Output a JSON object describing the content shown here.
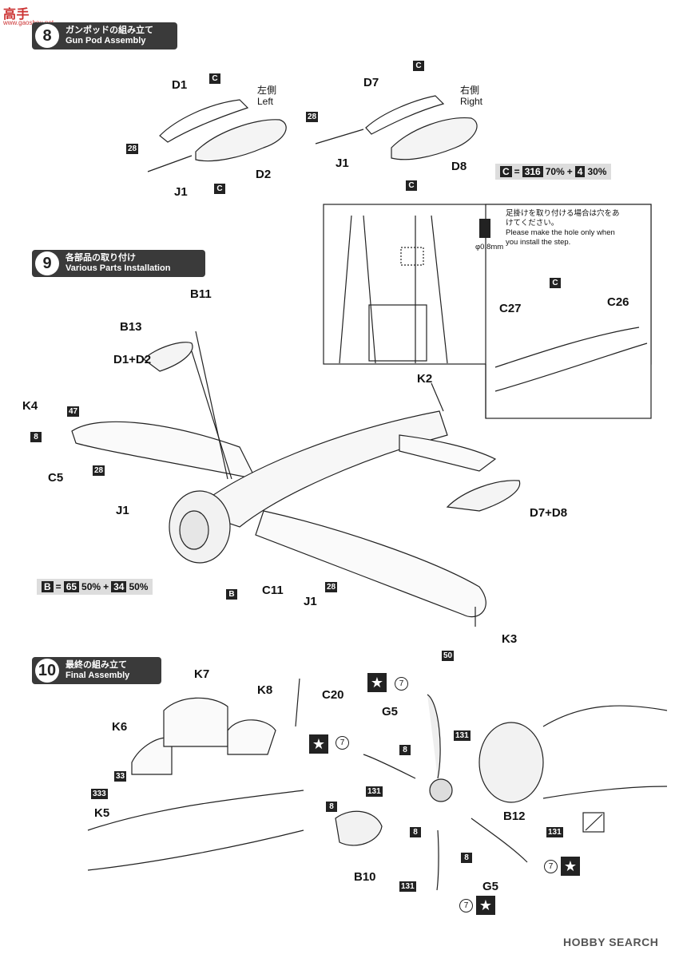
{
  "watermark_top": "高手",
  "watermark_top_url": "www.gaoshou.net",
  "watermark_bottom": "HOBBY SEARCH",
  "step8": {
    "number": "8",
    "title_jp": "ガンポッドの組み立て",
    "title_en": "Gun Pod Assembly",
    "parts": {
      "d1": "D1",
      "d2": "D2",
      "d7": "D7",
      "d8": "D8",
      "j1a": "J1",
      "j1b": "J1",
      "c1": "C",
      "c2": "C",
      "c3": "C",
      "c4": "C"
    },
    "colors": {
      "c28a": "28",
      "c28b": "28"
    },
    "left_jp": "左側",
    "left_en": "Left",
    "right_jp": "右側",
    "right_en": "Right",
    "mix": {
      "key": "C",
      "eq": "=",
      "c1": "316",
      "p1": "70%",
      "plus": "+",
      "c2": "4",
      "p2": "30%"
    }
  },
  "step9": {
    "number": "9",
    "title_jp": "各部品の取り付け",
    "title_en": "Various Parts Installation",
    "parts": {
      "b11": "B11",
      "b13": "B13",
      "d1d2": "D1+D2",
      "k4": "K4",
      "c5": "C5",
      "j1a": "J1",
      "k2": "K2",
      "d7d8": "D7+D8",
      "b": "B",
      "c11": "C11",
      "j1b": "J1",
      "k3": "K3",
      "c": "C",
      "c27": "C27",
      "c26": "C26"
    },
    "colors": {
      "c47": "47",
      "c8": "8",
      "c28a": "28",
      "c28b": "28",
      "c50": "50"
    },
    "mix": {
      "key": "B",
      "eq": "=",
      "c1": "65",
      "p1": "50%",
      "plus": "+",
      "c2": "34",
      "p2": "50%"
    },
    "note_jp": "足掛けを取り付ける場合は穴をあけてください。",
    "note_en": "Please make the hole only when you install the step.",
    "drill": "φ0.8mm"
  },
  "step10": {
    "number": "10",
    "title_jp": "最終の組み立て",
    "title_en": "Final Assembly",
    "parts": {
      "k7": "K7",
      "k8": "K8",
      "c20": "C20",
      "k6": "K6",
      "k5": "K5",
      "g5a": "G5",
      "b12": "B12",
      "b10": "B10",
      "g5b": "G5"
    },
    "colors": {
      "c33": "33",
      "c333": "333",
      "c8a": "8",
      "c8b": "8",
      "c8c": "8",
      "c8d": "8",
      "c131a": "131",
      "c131b": "131",
      "c131c": "131",
      "c131d": "131",
      "c7a": "7",
      "c7b": "7",
      "c7c": "7",
      "c7d": "7"
    },
    "star": "★"
  }
}
